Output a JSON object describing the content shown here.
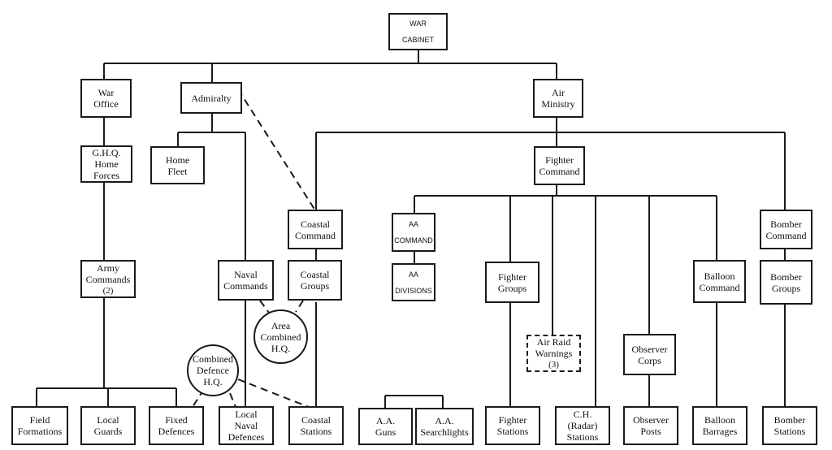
{
  "nodes": {
    "war_cabinet": [
      "WAR",
      "CABINET"
    ],
    "war_office": [
      "War",
      "Office"
    ],
    "admiralty": [
      "Admiralty"
    ],
    "air_ministry": [
      "Air",
      "Ministry"
    ],
    "ghq": [
      "G.H.Q.",
      "Home",
      "Forces"
    ],
    "home_fleet": [
      "Home",
      "Fleet"
    ],
    "fighter_command": [
      "Fighter",
      "Command"
    ],
    "coastal_command": [
      "Coastal",
      "Command"
    ],
    "aa_command": [
      "AA",
      "COMMAND"
    ],
    "bomber_command": [
      "Bomber",
      "Command"
    ],
    "army_commands": [
      "Army",
      "Commands",
      "(2)"
    ],
    "naval_commands": [
      "Naval",
      "Commands"
    ],
    "coastal_groups": [
      "Coastal",
      "Groups"
    ],
    "aa_divisions": [
      "AA",
      "DIVISIONS"
    ],
    "fighter_groups": [
      "Fighter",
      "Groups"
    ],
    "balloon_command": [
      "Balloon",
      "Command"
    ],
    "bomber_groups": [
      "Bomber",
      "Groups"
    ],
    "area_combined_hq": [
      "Area",
      "Combined",
      "H.Q."
    ],
    "air_raid_warnings": [
      "Air Raid",
      "Warnings",
      "(3)"
    ],
    "observer_corps": [
      "Observer",
      "Corps"
    ],
    "combined_defence_hq": [
      "Combined",
      "Defence",
      "H.Q."
    ],
    "field_formations": [
      "Field",
      "Formations"
    ],
    "local_guards": [
      "Local",
      "Guards"
    ],
    "fixed_defences": [
      "Fixed",
      "Defences"
    ],
    "local_naval_defences": [
      "Local",
      "Naval",
      "Defences"
    ],
    "coastal_stations": [
      "Coastal",
      "Stations"
    ],
    "aa_guns": [
      "A.A.",
      "Guns"
    ],
    "aa_searchlights": [
      "A.A.",
      "Searchlights"
    ],
    "fighter_stations": [
      "Fighter",
      "Stations"
    ],
    "ch_radar_stations": [
      "C.H.",
      "(Radar)",
      "Stations"
    ],
    "observer_posts": [
      "Observer",
      "Posts"
    ],
    "balloon_barrages": [
      "Balloon",
      "Barrages"
    ],
    "bomber_stations": [
      "Bomber",
      "Stations"
    ]
  },
  "colors": {
    "line": "#1a1a1a",
    "box_border": "#1a1a1a",
    "background": "#ffffff"
  }
}
